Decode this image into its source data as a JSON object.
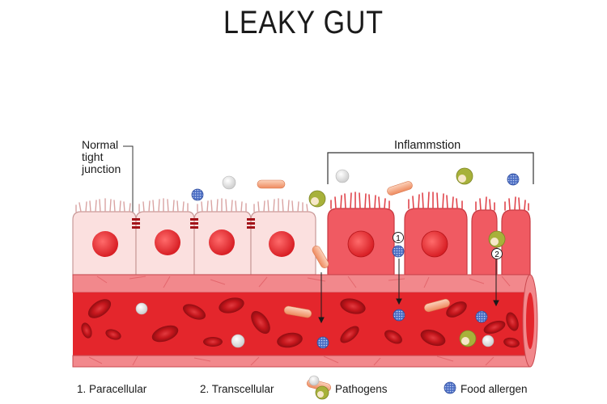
{
  "title": "LEAKY GUT",
  "labels": {
    "normal_tight_junction": [
      "Normal",
      "tight",
      "junction"
    ],
    "inflammation": "Inflammstion"
  },
  "markers": {
    "paracellular": "1",
    "transcellular": "2"
  },
  "legend": {
    "paracellular": "1. Paracellular",
    "transcellular": "2. Transcellular",
    "pathogens": "Pathogens",
    "food_allergen": "Food allergen"
  },
  "colors": {
    "healthy_cell": "#fbe0df",
    "healthy_cell_stroke": "#c99a99",
    "inflamed_cell": "#f05a62",
    "nucleus": "#e0262b",
    "vessel": "#e4262c",
    "blood_cell": "#c0151b",
    "pathogen_bacteria": "#f7a177",
    "pathogen_virus": "#a7b13a",
    "allergen": "#3f5fb3"
  }
}
